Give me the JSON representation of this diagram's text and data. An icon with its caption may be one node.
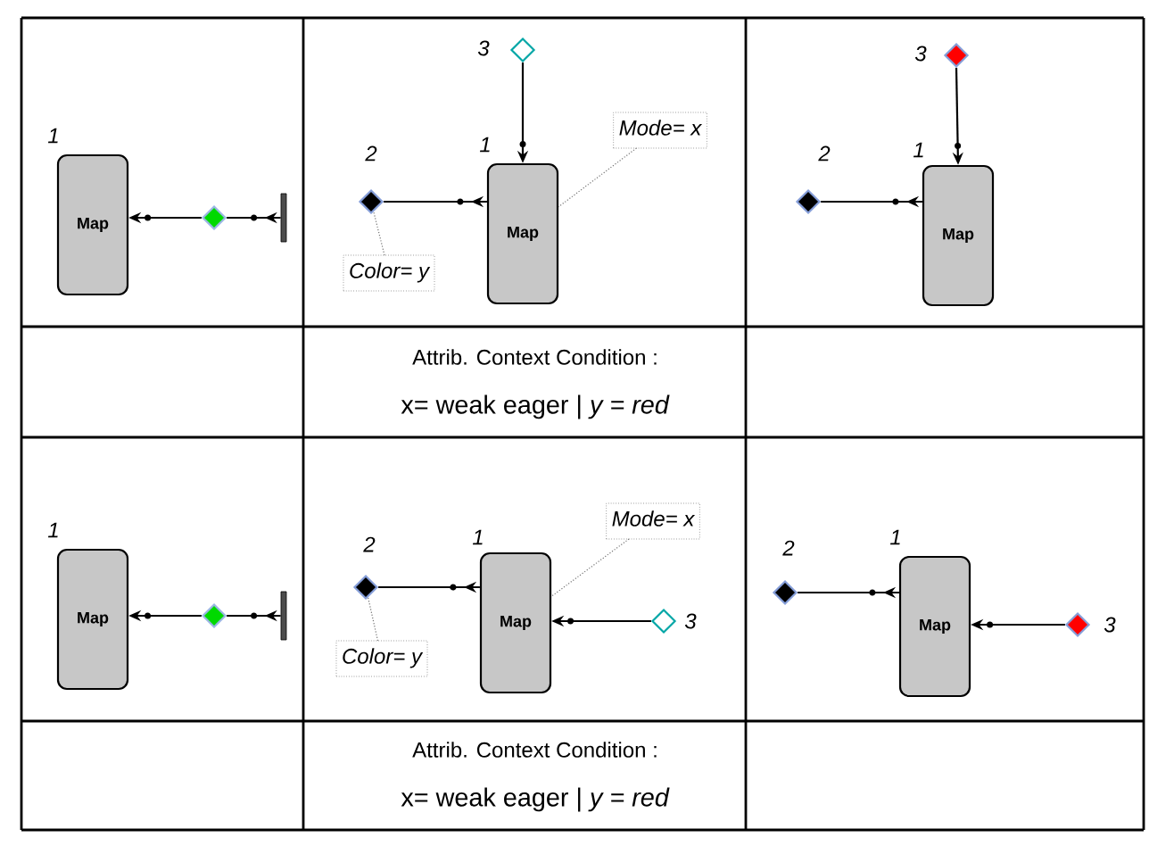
{
  "diagram": {
    "nodes": [
      {
        "text": [
          "Map"
        ],
        "beside": [
          "1"
        ]
      },
      {
        "text": [],
        "shape": "diamond"
      },
      {
        "text": [],
        "shape": "bar"
      },
      {
        "text": [],
        "shape": "diamond",
        "beside": [
          "3"
        ]
      },
      {
        "text": [
          "Mode= x"
        ]
      },
      {
        "text": [],
        "shape": "diamond",
        "beside": [
          "2"
        ]
      },
      {
        "text": [
          "Map"
        ],
        "beside": [
          "1"
        ]
      },
      {
        "text": [
          "Color= y"
        ]
      },
      {
        "text": [],
        "shape": "diamond",
        "beside": [
          "3"
        ]
      },
      {
        "text": [],
        "shape": "diamond",
        "beside": [
          "2"
        ]
      },
      {
        "text": [
          "Map"
        ],
        "beside": [
          "1"
        ]
      },
      {
        "text": [
          "Map"
        ],
        "beside": [
          "1"
        ]
      },
      {
        "text": [],
        "shape": "diamond"
      },
      {
        "text": [],
        "shape": "bar"
      },
      {
        "text": [
          "Mode= x"
        ]
      },
      {
        "text": [],
        "shape": "diamond",
        "beside": [
          "2"
        ]
      },
      {
        "text": [
          "Map"
        ],
        "beside": [
          "1"
        ]
      },
      {
        "text": [],
        "shape": "diamond",
        "beside": [
          "3"
        ]
      },
      {
        "text": [
          "Color= y"
        ]
      },
      {
        "text": [],
        "shape": "diamond",
        "beside": [
          "2"
        ]
      },
      {
        "text": [
          "Map"
        ],
        "beside": [
          "1"
        ]
      },
      {
        "text": [],
        "shape": "diamond",
        "beside": [
          "3"
        ]
      }
    ],
    "edges": [
      {
        "from": 1,
        "to": 0,
        "arrow": "to"
      },
      {
        "from": 2,
        "to": 1,
        "arrow": "to"
      },
      {
        "from": 3,
        "to": 6,
        "arrow": "to"
      },
      {
        "from": 6,
        "to": 5,
        "arrow": "to"
      },
      {
        "from": 4,
        "to": 6,
        "arrow": "none",
        "style": "dashed",
        "color": "#737373"
      },
      {
        "from": 7,
        "to": 5,
        "arrow": "none",
        "style": "dashed",
        "color": "#737373"
      },
      {
        "from": 8,
        "to": 10,
        "arrow": "to"
      },
      {
        "from": 10,
        "to": 9,
        "arrow": "to"
      },
      {
        "from": 12,
        "to": 11,
        "arrow": "to"
      },
      {
        "from": 13,
        "to": 12,
        "arrow": "to"
      },
      {
        "from": 17,
        "to": 16,
        "arrow": "to"
      },
      {
        "from": 16,
        "to": 15,
        "arrow": "to"
      },
      {
        "from": 14,
        "to": 16,
        "arrow": "none",
        "style": "dashed",
        "color": "#737373"
      },
      {
        "from": 18,
        "to": 15,
        "arrow": "none",
        "style": "dashed",
        "color": "#737373"
      },
      {
        "from": 21,
        "to": 20,
        "arrow": "to"
      },
      {
        "from": 20,
        "to": 19,
        "arrow": "to"
      }
    ],
    "labels": [
      "Attrib. Context Condition :",
      "x= weak eager  |  *y = red*",
      "Attrib. Context Condition :",
      "x= weak eager  |  *y = red*"
    ]
  }
}
